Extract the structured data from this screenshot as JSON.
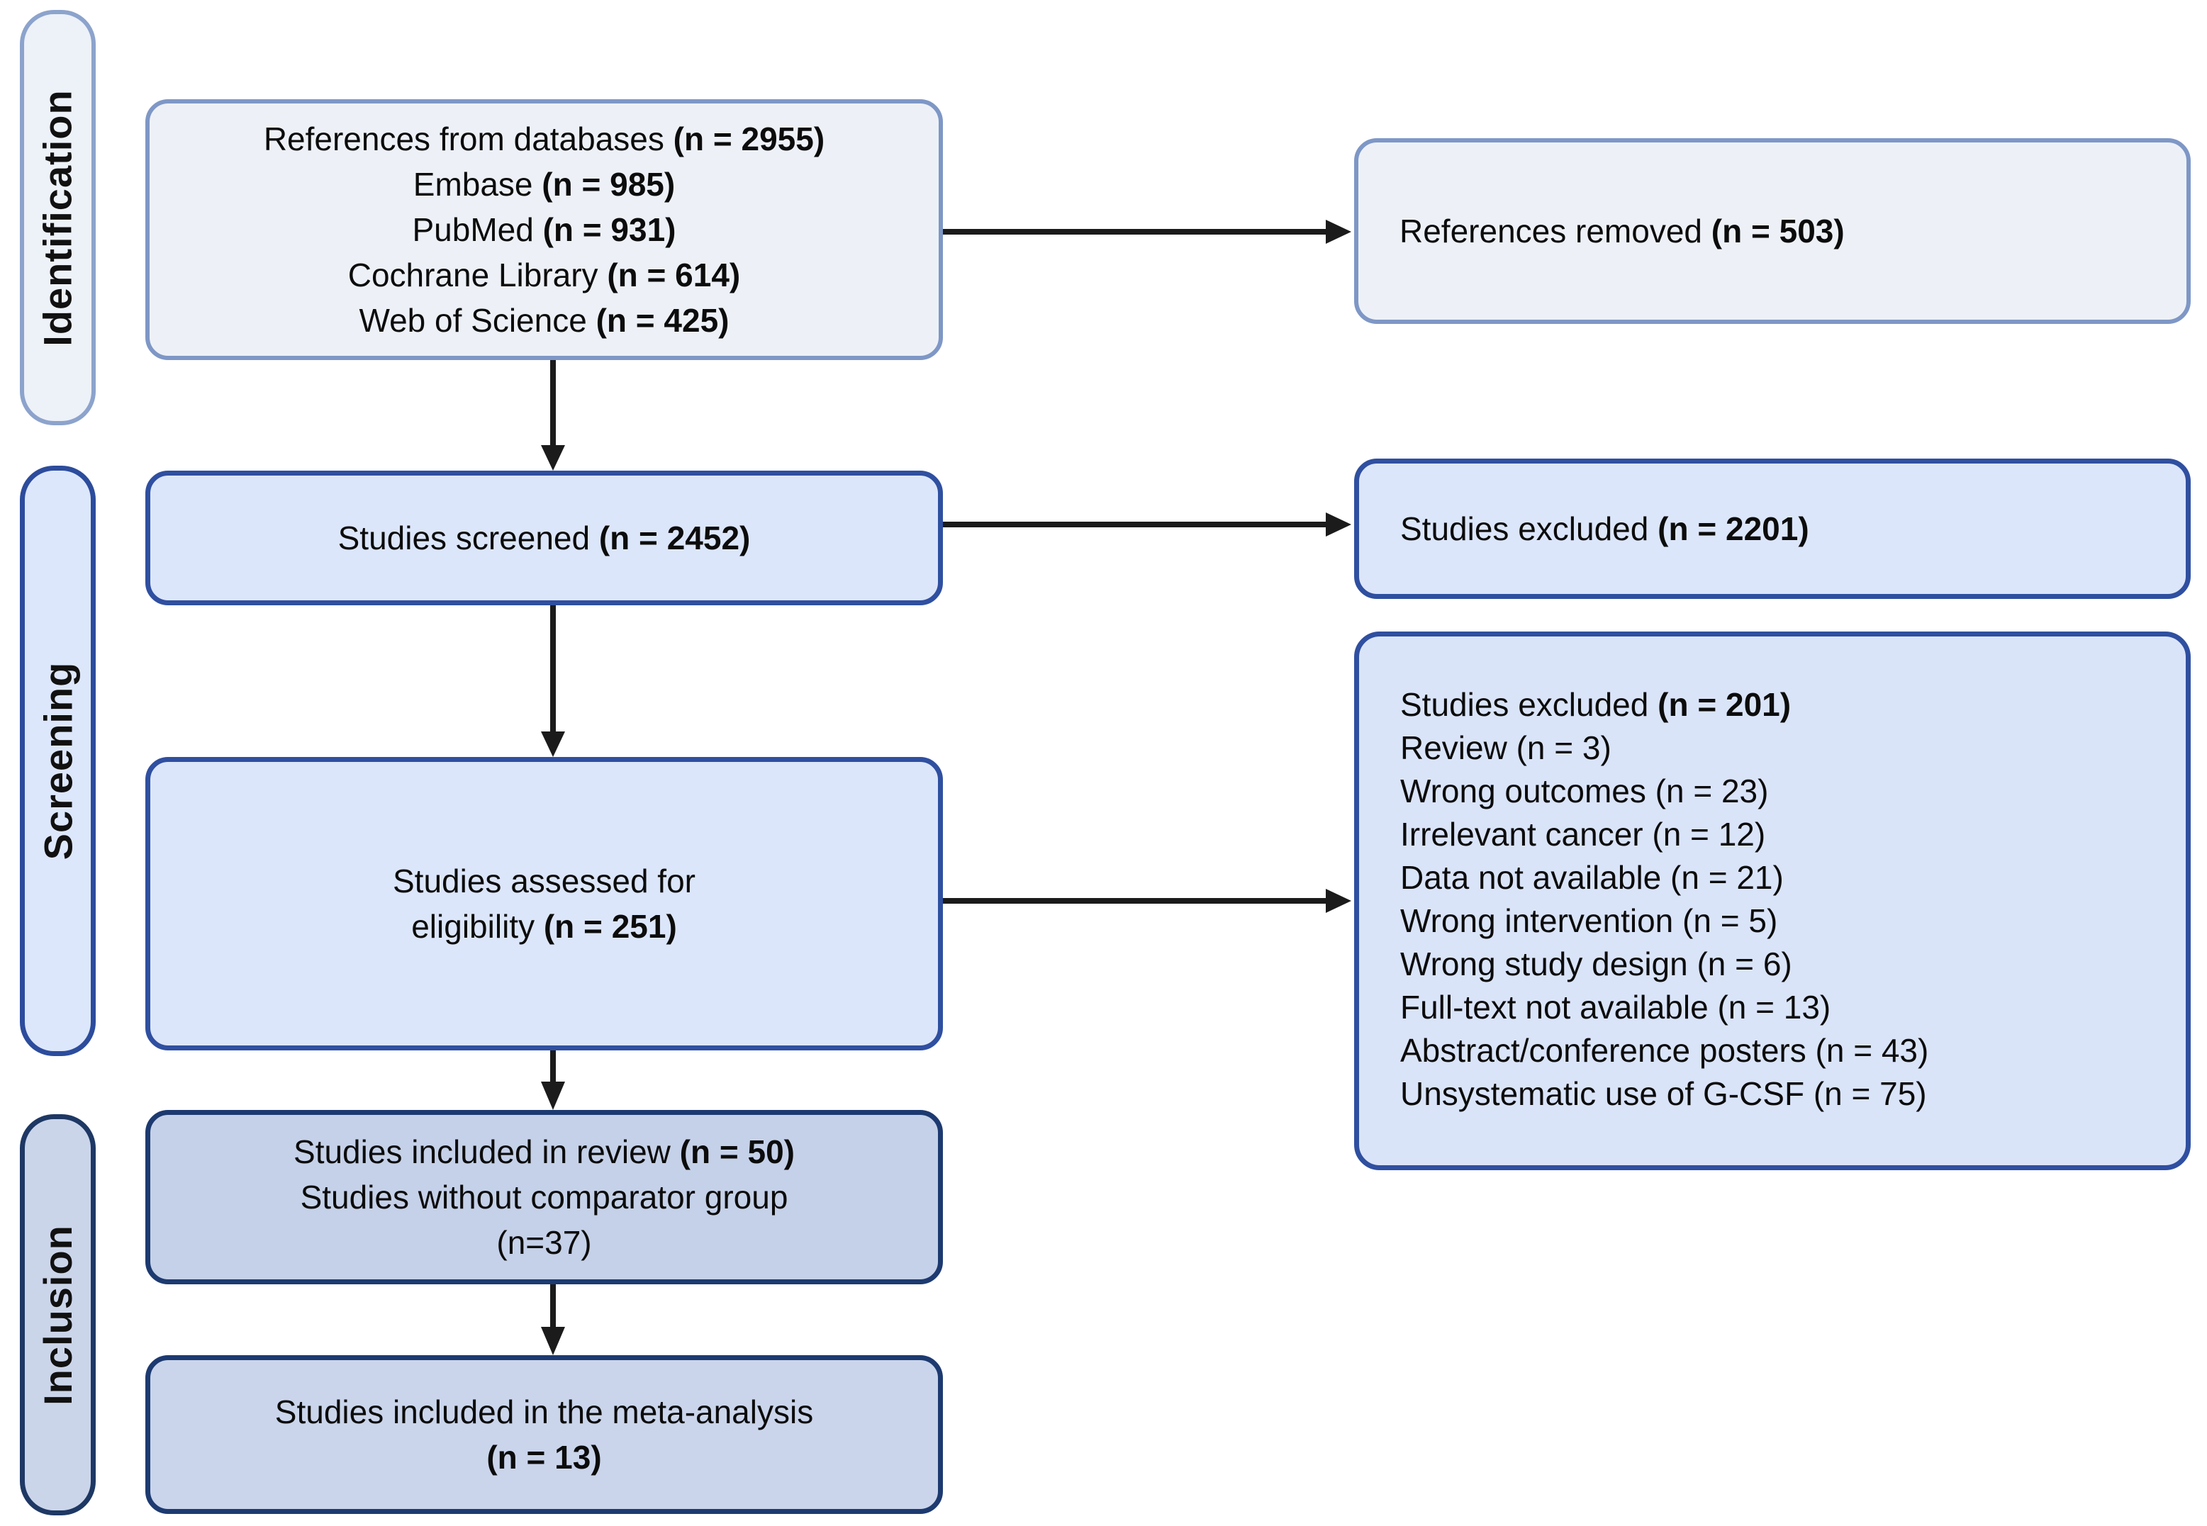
{
  "stages": {
    "identification": "Identification",
    "screening": "Screening",
    "inclusion": "Inclusion"
  },
  "boxes": {
    "databases": {
      "lines": [
        {
          "label": "References from databases ",
          "n": "(n = 2955)"
        },
        {
          "label": "Embase ",
          "n": "(n = 985)"
        },
        {
          "label": "PubMed ",
          "n": "(n = 931)"
        },
        {
          "label": "Cochrane Library ",
          "n": "(n = 614)"
        },
        {
          "label": "Web of Science ",
          "n": "(n = 425)"
        }
      ]
    },
    "references_removed": {
      "label": "References removed ",
      "n": "(n = 503)"
    },
    "studies_screened": {
      "label": "Studies screened ",
      "n": "(n = 2452)"
    },
    "studies_excluded": {
      "label": "Studies excluded  ",
      "n": "(n = 2201)"
    },
    "assessed_eligibility": {
      "line1": "Studies assessed for",
      "line2_label": "eligibility ",
      "line2_n": "(n = 251)"
    },
    "exclusion_reasons": {
      "lines": [
        {
          "label": "Studies excluded ",
          "n": "(n = 201)"
        },
        {
          "label": "Review (n = 3)"
        },
        {
          "label": "Wrong outcomes (n = 23)"
        },
        {
          "label": "Irrelevant cancer (n = 12)"
        },
        {
          "label": "Data not available (n = 21)"
        },
        {
          "label": "Wrong intervention (n = 5)"
        },
        {
          "label": "Wrong study design (n = 6)"
        },
        {
          "label": "Full-text not available (n = 13)"
        },
        {
          "label": "Abstract/conference posters (n = 43)"
        },
        {
          "label": "Unsystematic use of G-CSF (n = 75)"
        }
      ]
    },
    "included_review": {
      "line1_label": "Studies included in review ",
      "line1_n": "(n = 50)",
      "line2": "Studies without comparator group",
      "line3": "(n=37)"
    },
    "included_meta": {
      "line1": "Studies included in the meta-analysis",
      "line2_n": "(n = 13)"
    }
  },
  "colors": {
    "row1_fill": "#edf1f7",
    "row1_border": "#7e97c6",
    "row2_fill": "#dce6fa",
    "row2_border": "#2f4fa0",
    "row3_fill": "#c5d1e8",
    "row3_border": "#1d3a70",
    "stage_identification_fill": "#edf1f8",
    "stage_identification_border": "#8ca3cc",
    "stage_screening_fill": "#dde7fb",
    "stage_screening_border": "#2c4c9c",
    "stage_inclusion_fill": "#cbd5ea",
    "stage_inclusion_border": "#1e3864",
    "arrow": "#1b1b1b",
    "text": "#0c0c0c"
  }
}
